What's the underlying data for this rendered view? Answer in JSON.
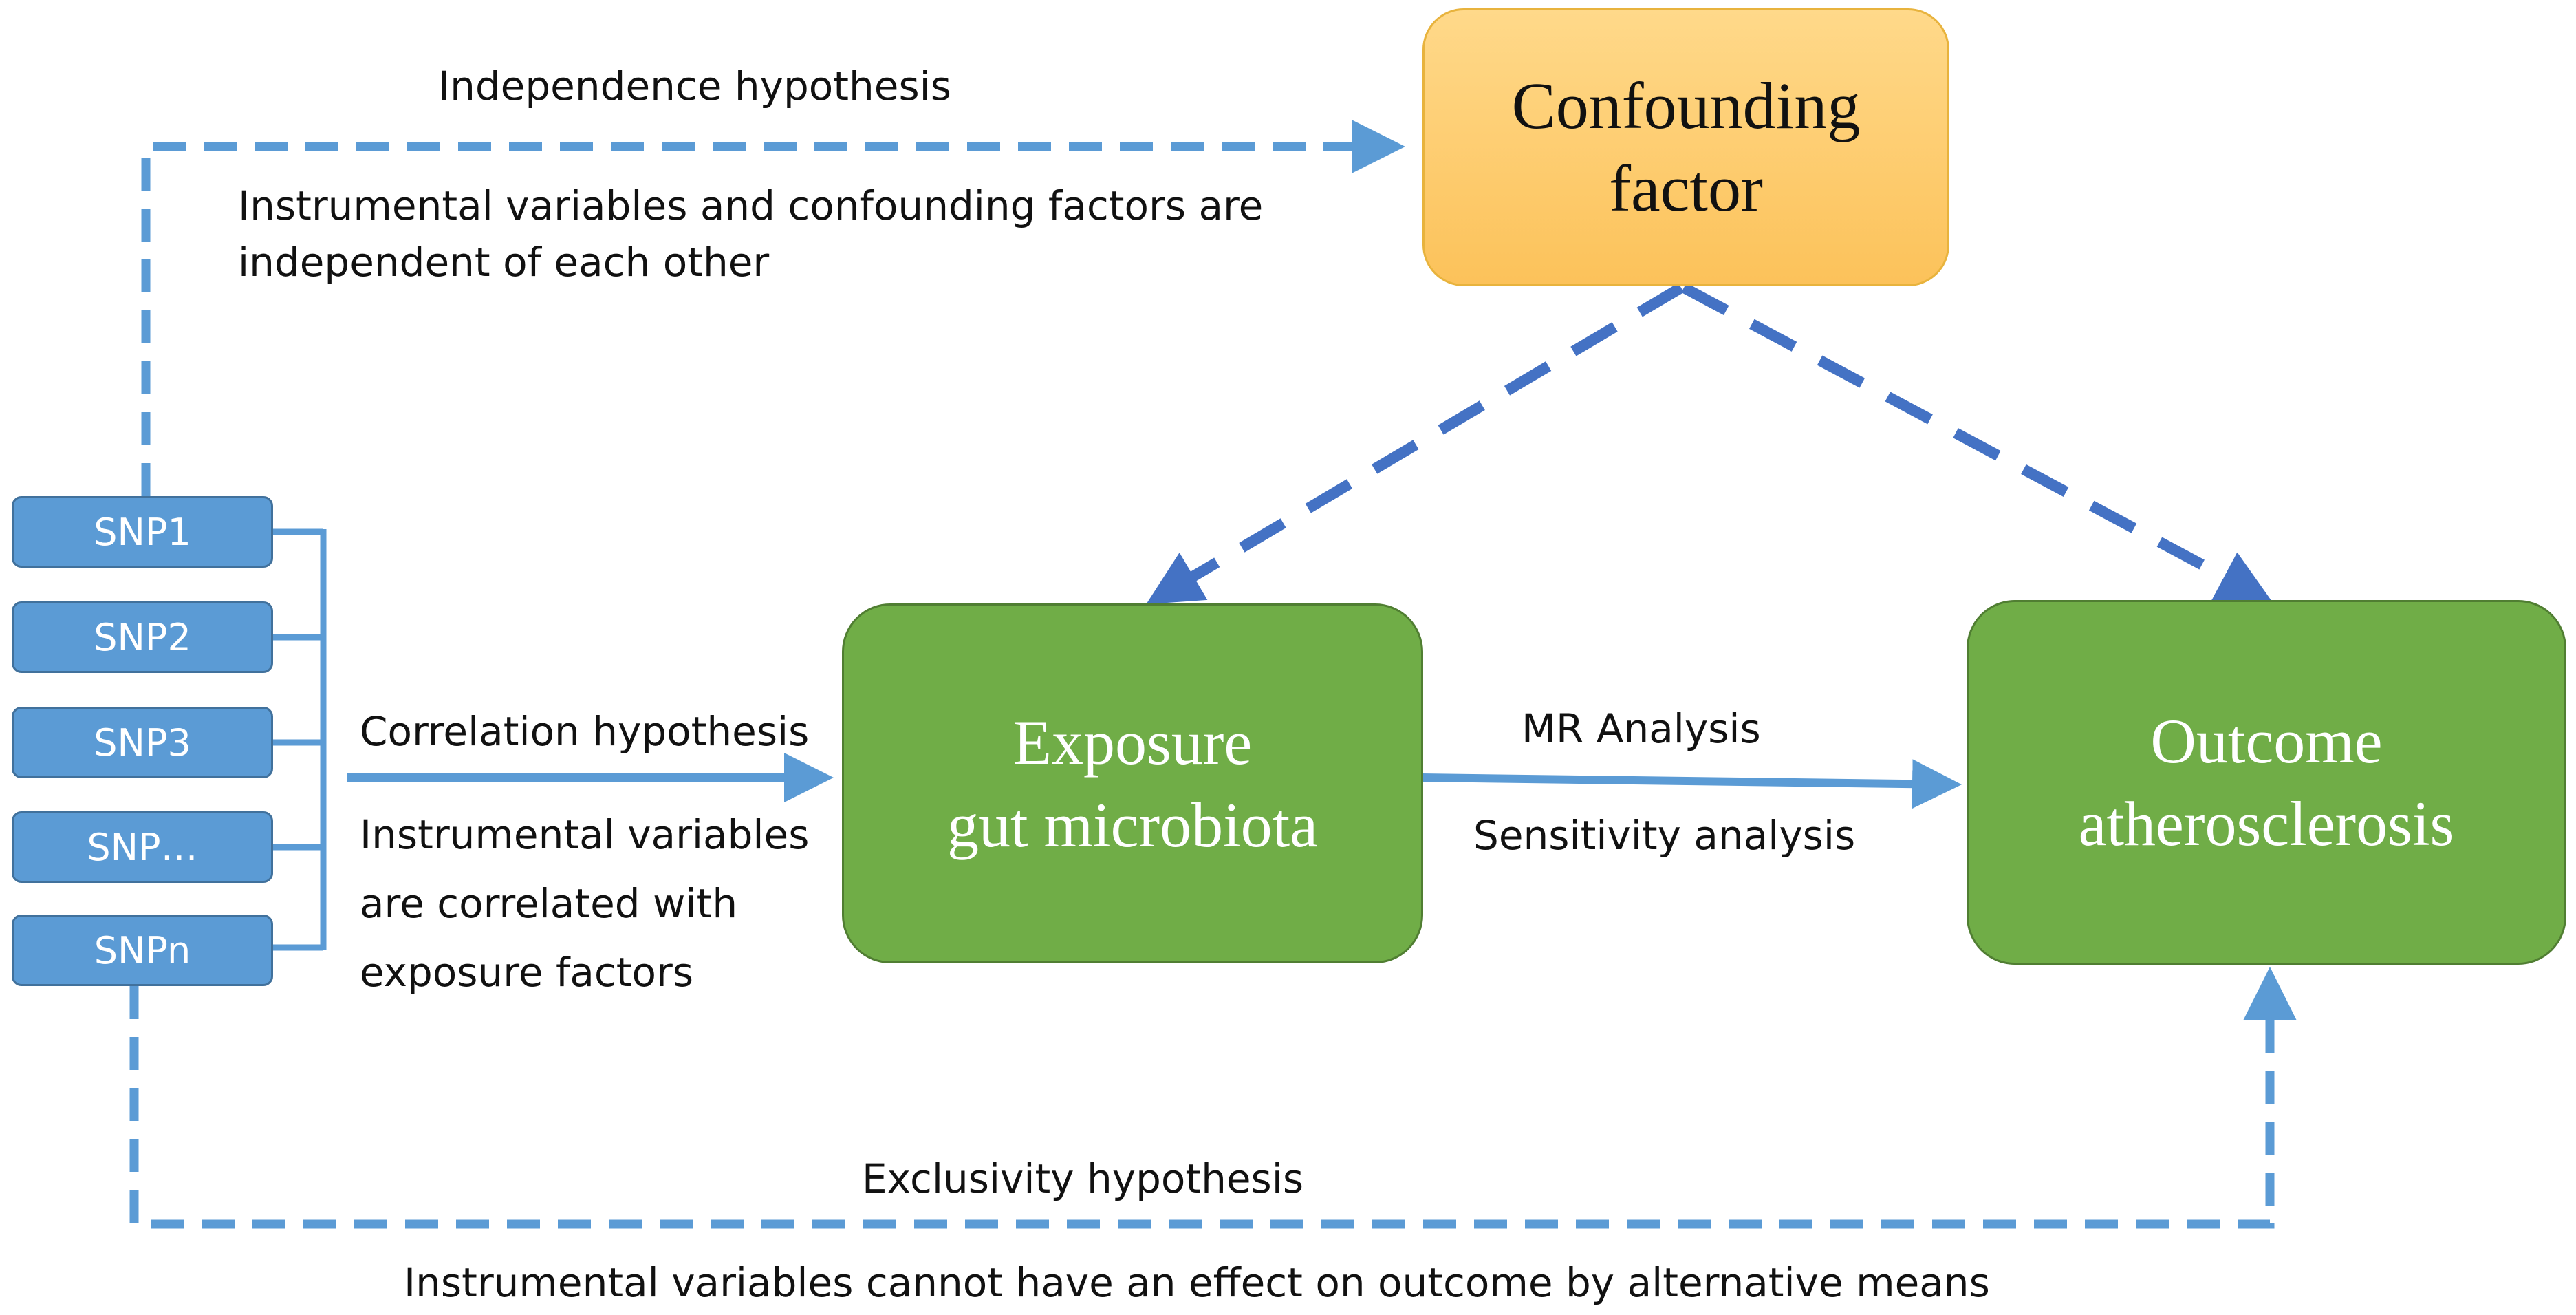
{
  "confounder": {
    "label": "Confounding\nfactor"
  },
  "exposure": {
    "label": "Exposure\ngut microbiota"
  },
  "outcome": {
    "label": "Outcome\natherosclerosis"
  },
  "snps": [
    "SNP1",
    "SNP2",
    "SNP3",
    "SNP…",
    "SNPn"
  ],
  "independence": {
    "title": "Independence hypothesis",
    "description": "Instrumental variables and confounding factors are\nindependent of each other"
  },
  "correlation": {
    "title": "Correlation hypothesis",
    "description": "Instrumental variables\nare correlated with\nexposure factors"
  },
  "mr": {
    "analysis": "MR Analysis",
    "sensitivity": "Sensitivity analysis"
  },
  "exclusivity": {
    "title": "Exclusivity hypothesis",
    "description": "Instrumental variables cannot have an effect on outcome by alternative means"
  },
  "colors": {
    "dashed_arrow": "#5b9bd5",
    "confounder_arrow": "#4472c4",
    "snp_fill": "#5b9bd5",
    "green_box": "#70ad47",
    "confounder_fill": "#fcc25a"
  }
}
